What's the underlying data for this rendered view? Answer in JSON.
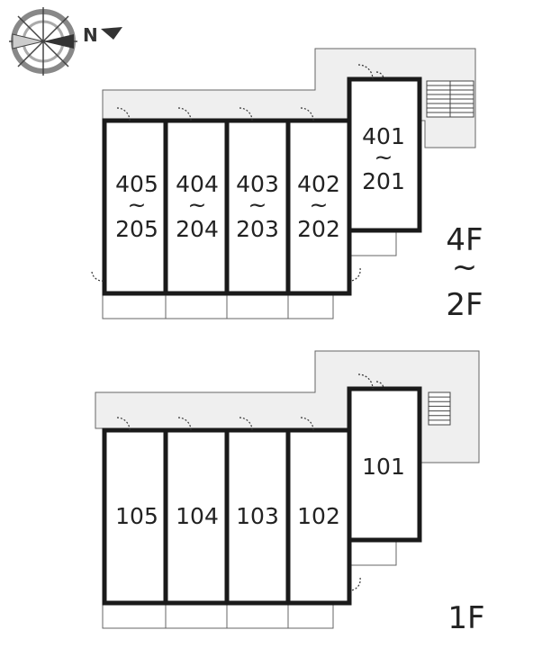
{
  "compass": {
    "north_label": "N",
    "icon": "compass-rose-icon"
  },
  "upper": {
    "floor_label_top": "4F",
    "floor_label_wave": "~",
    "floor_label_bottom": "2F",
    "units": [
      {
        "top": "405",
        "wave": "~",
        "bottom": "205"
      },
      {
        "top": "404",
        "wave": "~",
        "bottom": "204"
      },
      {
        "top": "403",
        "wave": "~",
        "bottom": "203"
      },
      {
        "top": "402",
        "wave": "~",
        "bottom": "202"
      },
      {
        "top": "401",
        "wave": "~",
        "bottom": "201"
      }
    ]
  },
  "ground": {
    "floor_label": "1F",
    "units": [
      "105",
      "104",
      "103",
      "102",
      "101"
    ]
  }
}
